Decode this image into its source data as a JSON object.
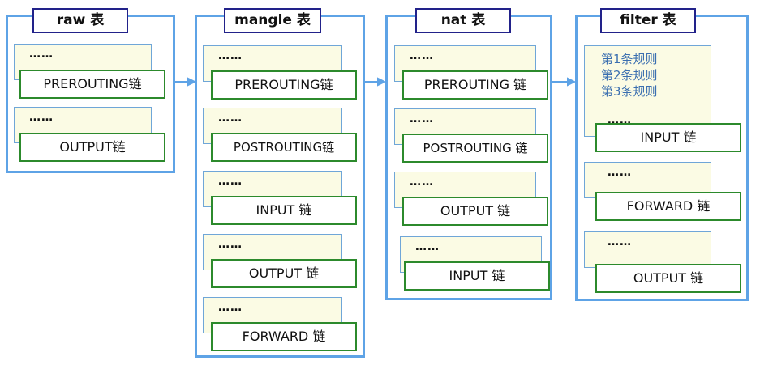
{
  "tables": [
    {
      "title": "raw 表",
      "chains": [
        "PREROUTING链",
        "OUTPUT链"
      ]
    },
    {
      "title": "mangle 表",
      "chains": [
        "PREROUTING链",
        "POSTROUTING链",
        "INPUT 链",
        "OUTPUT 链",
        "FORWARD 链"
      ]
    },
    {
      "title": "nat 表",
      "chains": [
        "PREROUTING 链",
        "POSTROUTING 链",
        "OUTPUT 链",
        "INPUT 链"
      ]
    },
    {
      "title": "filter 表",
      "chains": [
        "INPUT 链",
        "FORWARD 链",
        "OUTPUT 链"
      ],
      "rules": [
        "第1条规则",
        "第2条规则",
        "第3条规则"
      ]
    }
  ],
  "placeholder_dots": "……",
  "colors": {
    "table_border": "#5ea3e6",
    "title_border": "#22228a",
    "chain_border": "#2c8a2c",
    "rule_bg": "#fbfbe4",
    "rule_text": "#3b6fb0"
  }
}
